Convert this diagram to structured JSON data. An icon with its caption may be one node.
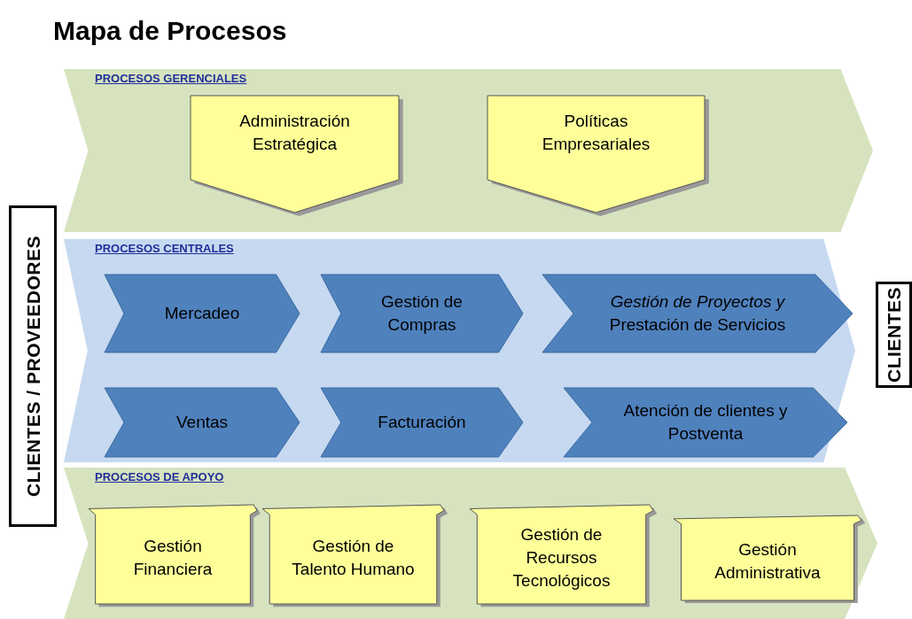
{
  "diagram": {
    "title": "Mapa de Procesos",
    "nodes": [
      {
        "text": [
          "PROCESOS GERENCIALES"
        ]
      },
      {
        "text": [
          "Administración Estratégica"
        ],
        "in": 0
      },
      {
        "text": [
          "Políticas Empresariales"
        ],
        "in": 0
      },
      {
        "text": [
          "PROCESOS CENTRALES"
        ]
      },
      {
        "text": [
          "Mercadeo"
        ],
        "in": 3
      },
      {
        "text": [
          "Gestión de Compras"
        ],
        "in": 3
      },
      {
        "text": [
          "*Gestión de Proyectos y* Prestación de Servicios"
        ],
        "in": 3
      },
      {
        "text": [
          "Ventas"
        ],
        "in": 3
      },
      {
        "text": [
          "Facturación"
        ],
        "in": 3
      },
      {
        "text": [
          "Atención de clientes y Postventa"
        ],
        "in": 3
      },
      {
        "text": [
          "PROCESOS DE APOYO"
        ]
      },
      {
        "text": [
          "Gestión Financiera"
        ],
        "in": 10
      },
      {
        "text": [
          "Gestión de Talento Humano"
        ],
        "in": 10
      },
      {
        "text": [
          "Gestión de Recursos Tecnológicos"
        ],
        "in": 10
      },
      {
        "text": [
          "Gestión Administrativa"
        ],
        "in": 10
      },
      {
        "text": [
          "CLIENTES / PROVEEDORES"
        ]
      },
      {
        "text": [
          "CLIENTES"
        ]
      }
    ]
  }
}
